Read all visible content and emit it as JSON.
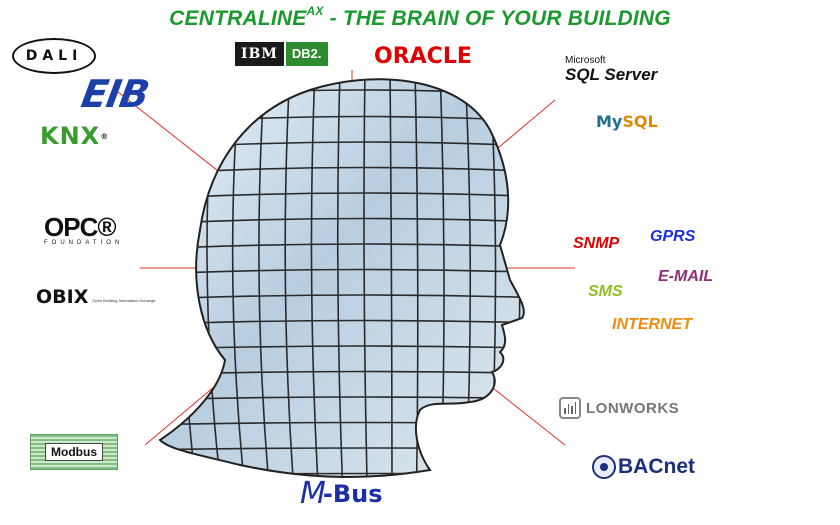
{
  "title": {
    "main": "CENTRALINE",
    "superscript": "AX",
    "rest": " - THE BRAIN OF YOUR BUILDING",
    "color": "#1a9a2e"
  },
  "logos": {
    "dali": "DALI",
    "eib": "EIB",
    "knx": "KNX",
    "knx_mark": "®",
    "ibm": "IBM",
    "db2": "DB2.",
    "oracle": "ORACLE",
    "ms_small": "Microsoft",
    "ms_big": "SQL Server",
    "mysql_my": "My",
    "mysql_sql": "SQL",
    "opc_big": "OPC®",
    "opc_small": "FOUNDATION",
    "obix_big": "OBIX",
    "obix_small": "Open Building Information Xchange",
    "modbus": "Modbus",
    "mbus_m": "M",
    "mbus_rest": "-Bus",
    "lonworks": "LONWORKS",
    "bacnet": "BACnet"
  },
  "keywords": {
    "snmp": "SNMP",
    "gprs": "GPRS",
    "email": "E-MAIL",
    "sms": "SMS",
    "internet": "INTERNET"
  },
  "colors": {
    "line": "#e03030",
    "grid": "#333333"
  }
}
